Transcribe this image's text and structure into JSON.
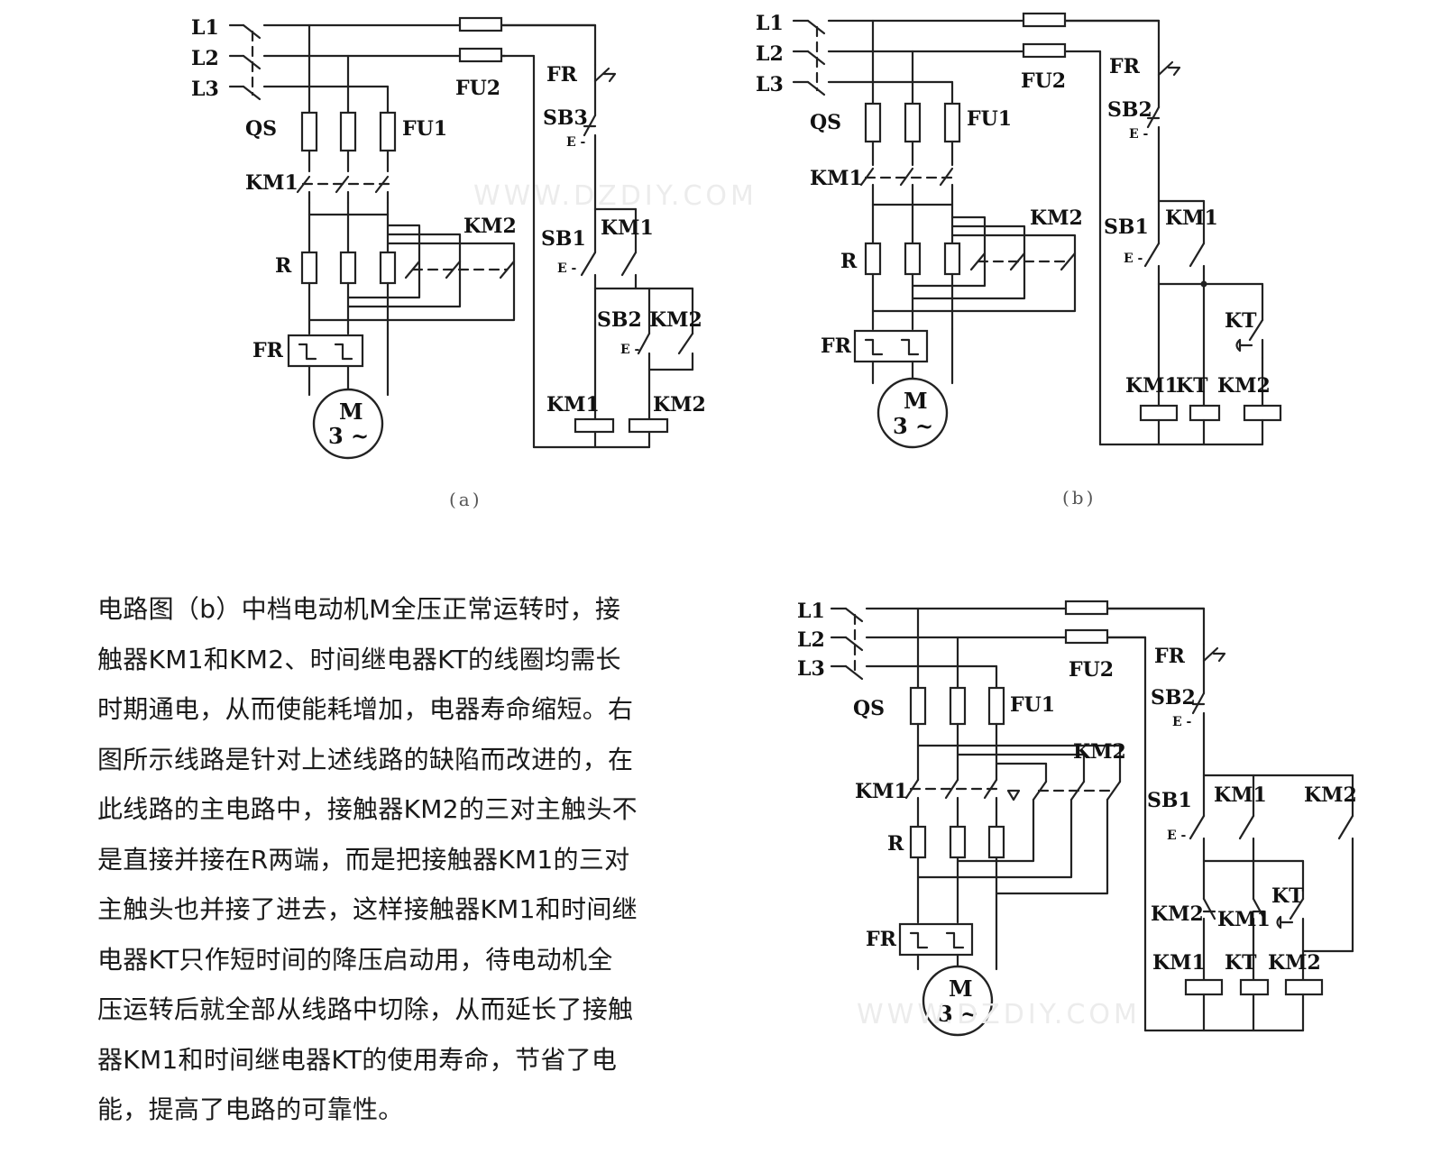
{
  "diagram_a": {
    "labels": {
      "l1": "L1",
      "l2": "L2",
      "l3": "L3",
      "qs": "QS",
      "fu1": "FU1",
      "fu2": "FU2",
      "km1_main": "KM1",
      "r": "R",
      "km2_main": "KM2",
      "fr_main": "FR",
      "motor_m": "M",
      "motor_3": "3 ~",
      "fr_ctrl": "FR",
      "sb3": "SB3",
      "e1": "E -",
      "sb1": "SB1",
      "e2": "E -",
      "km1_aux": "KM1",
      "sb2": "SB2",
      "e3": "E -",
      "km2_aux": "KM2",
      "km1_coil": "KM1",
      "km2_coil": "KM2"
    },
    "caption": "(a)"
  },
  "diagram_b": {
    "labels": {
      "l1": "L1",
      "l2": "L2",
      "l3": "L3",
      "qs": "QS",
      "fu1": "FU1",
      "fu2": "FU2",
      "km1_main": "KM1",
      "r": "R",
      "km2_main": "KM2",
      "fr_main": "FR",
      "motor_m": "M",
      "motor_3": "3 ~",
      "fr_ctrl": "FR",
      "sb2": "SB2",
      "e1": "E -",
      "sb1": "SB1",
      "e2": "E -",
      "km1_aux": "KM1",
      "kt_contact": "KT",
      "km1_coil": "KM1",
      "kt_coil": "KT",
      "km2_coil": "KM2"
    },
    "caption": "(b)"
  },
  "diagram_c": {
    "labels": {
      "l1": "L1",
      "l2": "L2",
      "l3": "L3",
      "qs": "QS",
      "fu1": "FU1",
      "fu2": "FU2",
      "km2_main": "KM2",
      "km1_main": "KM1",
      "r": "R",
      "fr_main": "FR",
      "motor_m": "M",
      "motor_3": "3 ~",
      "fr_ctrl": "FR",
      "sb2": "SB2",
      "e1": "E -",
      "sb1": "SB1",
      "e2": "E -",
      "km1_aux": "KM1",
      "km2_aux": "KM2",
      "km2_nc": "KM2",
      "km1_nc": "KM1",
      "kt_contact": "KT",
      "km1_coil": "KM1",
      "kt_coil": "KT",
      "km2_coil": "KM2"
    }
  },
  "paragraph_lines": [
    "电路图（b）中档电动机M全压正常运转时，接",
    "触器KM1和KM2、时间继电器KT的线圈均需长",
    "时期通电，从而使能耗增加，电器寿命缩短。右",
    "图所示线路是针对上述线路的缺陷而改进的，在",
    "此线路的主电路中，接触器KM2的三对主触头不",
    "是直接并接在R两端，而是把接触器KM1的三对",
    "主触头也并接了进去，这样接触器KM1和时间继",
    "电器KT只作短时间的降压启动用，待电动机全",
    "压运转后就全部从线路中切除，从而延长了接触",
    "器KM1和时间继电器KT的使用寿命，节省了电",
    "能，提高了电路的可靠性。"
  ],
  "watermarks": [
    "WWW.DZDIY.COM",
    "WWW.DZDIY.COM"
  ]
}
